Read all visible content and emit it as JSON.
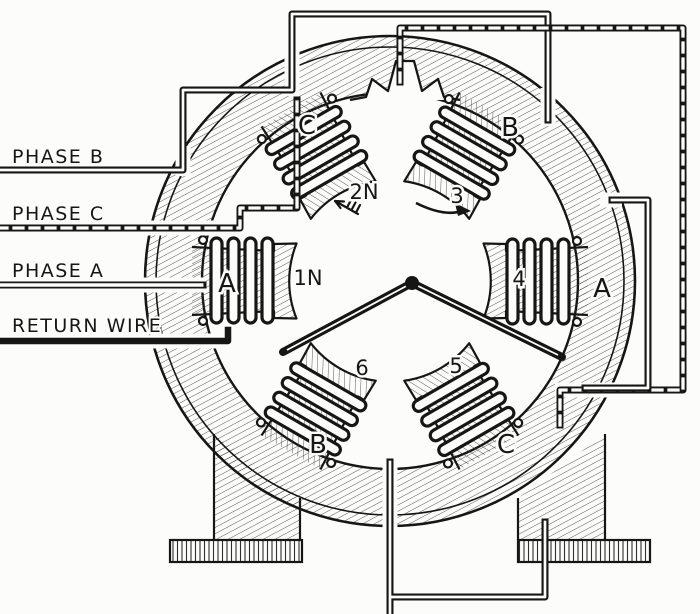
{
  "diagram": {
    "figure_type": "three-phase-stator-winding-diagram",
    "ink_color": "#161616",
    "paper_color": "#fcfcfa",
    "wires": [
      {
        "label": "PHASE B",
        "line_style": "double-line"
      },
      {
        "label": "PHASE C",
        "line_style": "white-dashed"
      },
      {
        "label": "PHASE A",
        "line_style": "cross-hatched"
      },
      {
        "label": "RETURN WIRE",
        "line_style": "solid"
      }
    ],
    "poles": [
      {
        "position": "left",
        "letter": "A",
        "number": "1N"
      },
      {
        "position": "top-left",
        "letter": "C",
        "number": "2N"
      },
      {
        "position": "top-right",
        "letter": "B",
        "number": "3"
      },
      {
        "position": "right",
        "letter": "A",
        "number": "4"
      },
      {
        "position": "bottom-right",
        "letter": "C",
        "number": "5"
      },
      {
        "position": "bottom-left",
        "letter": "B",
        "number": "6"
      }
    ],
    "rotation_arrow": "clockwise"
  }
}
